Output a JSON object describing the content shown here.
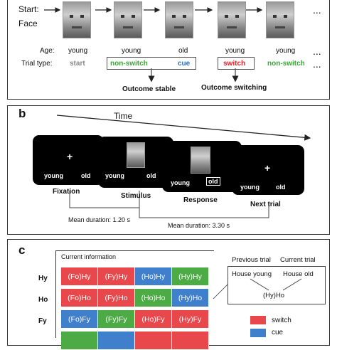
{
  "panel_a": {
    "start_label": "Start:",
    "face_label": "Face",
    "ellipsis": "...",
    "age_label": "Age:",
    "ages": [
      "young",
      "young",
      "old",
      "young",
      "young"
    ],
    "trial_type_label": "Trial type:",
    "trial_types": {
      "start": "start",
      "non_switch": "non-switch",
      "cue": "cue",
      "switch": "switch",
      "non_switch2": "non-switch"
    },
    "outcome_stable": "Outcome stable",
    "outcome_switching": "Outcome switching",
    "colors": {
      "start": "#888888",
      "non_switch": "#3aa635",
      "cue": "#2e6fbf",
      "switch": "#d9262c"
    }
  },
  "panel_b": {
    "letter": "b",
    "time_label": "Time",
    "fixation_cross": "+",
    "screen_young": "young",
    "screen_old": "old",
    "fixation": "Fixation",
    "stimulus": "Stimulus",
    "response": "Response",
    "next_trial": "Next trial",
    "mean_duration_1": "Mean duration: 1.20 s",
    "mean_duration_2": "Mean duration: 3.30 s"
  },
  "panel_c": {
    "letter": "c",
    "current_information": "Current information",
    "previous_trial": "Previous trial",
    "current_trial": "Current trial",
    "house_young": "House young",
    "house_old": "House old",
    "hyho": "(Hy)Ho",
    "row_labels": [
      "Hy",
      "Ho",
      "Fy"
    ],
    "grid": [
      [
        "(Fo)Hy",
        "(Fy)Hy",
        "(Ho)Hy",
        "(Hy)Hy"
      ],
      [
        "(Fo)Ho",
        "(Fy)Ho",
        "(Ho)Ho",
        "(Hy)Ho"
      ],
      [
        "(Fo)Fy",
        "(Fy)Fy",
        "(Ho)Fy",
        "(Hy)Fy"
      ]
    ],
    "grid_colors": [
      [
        "red",
        "red",
        "blue",
        "green"
      ],
      [
        "red",
        "red",
        "green",
        "blue"
      ],
      [
        "blue",
        "green",
        "red",
        "red"
      ],
      [
        "green",
        "blue",
        "red",
        "red"
      ]
    ],
    "legend": [
      "switch",
      "cue"
    ]
  }
}
